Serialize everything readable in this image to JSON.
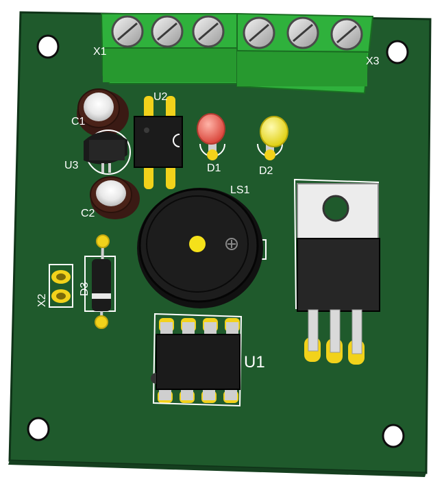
{
  "colors": {
    "pcb": "#1f5a2c",
    "pcb_edge": "#153f1f",
    "terminal_green": "#2fb13c",
    "pad_gold": "#f2d21b",
    "silkscreen": "#ffffff",
    "ic_black": "#1b1b1b",
    "led_red": "#e8584c",
    "led_yellow": "#f1e42a"
  },
  "labels": {
    "x1": "X1",
    "x2": "X2",
    "x3": "X3",
    "c1": "C1",
    "c2": "C2",
    "u1": "U1",
    "u2": "U2",
    "u3": "U3",
    "d1": "D1",
    "d2": "D2",
    "d3": "D3",
    "ls1": "LS1"
  },
  "components": {
    "terminal_blocks": 2,
    "screws_per_block": 3,
    "dip_pins_per_side": 4,
    "regulator_pins": 3
  }
}
